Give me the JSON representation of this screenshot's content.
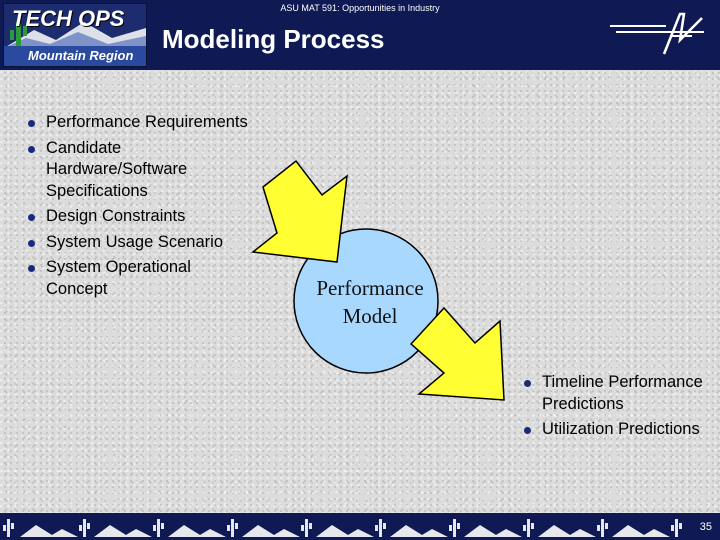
{
  "header": {
    "course": "ASU MAT 591: Opportunities in Industry",
    "title": "Modeling Process",
    "logo_top": "TECH OPS",
    "logo_bottom": "Mountain Region"
  },
  "inputs": [
    {
      "label": "Performance Requirements"
    },
    {
      "label": "Candidate Hardware/Software Specifications"
    },
    {
      "label": "Design Constraints"
    },
    {
      "label": "System Usage Scenario"
    },
    {
      "label": "System Operational Concept"
    }
  ],
  "model": {
    "line1": "Performance",
    "line2": "Model"
  },
  "outputs": [
    {
      "label": "Timeline Performance Predictions"
    },
    {
      "label": "Utilization Predictions"
    }
  ],
  "colors": {
    "header_bg": "#0f1a55",
    "arrow_fill": "#ffff33",
    "circle_fill": "#a9d8ff",
    "bullet": "#1a2a7a"
  },
  "footer": {
    "page_number": "35"
  }
}
